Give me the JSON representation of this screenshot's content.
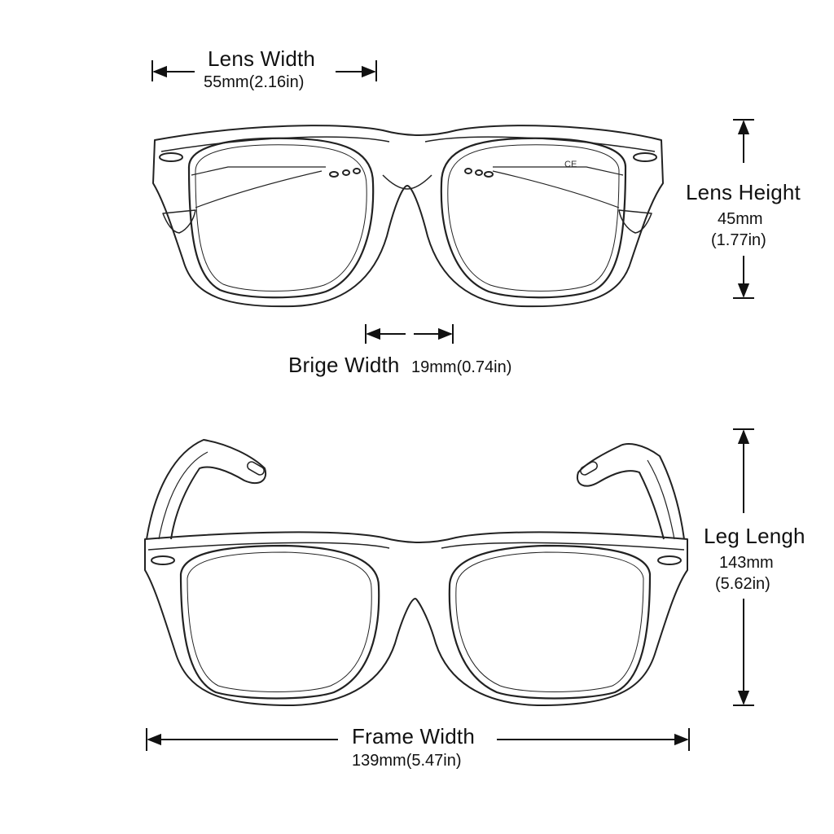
{
  "lens_width": {
    "label": "Lens Width",
    "value": "55mm(2.16in)"
  },
  "lens_height": {
    "label": "Lens Height",
    "value_mm": "45mm",
    "value_in": "(1.77in)"
  },
  "bridge_width": {
    "label": "Brige Width",
    "value": "19mm(0.74in)"
  },
  "leg_length": {
    "label": "Leg Lengh",
    "value_mm": "143mm",
    "value_in": "(5.62in)"
  },
  "frame_width": {
    "label": "Frame Width",
    "value": "139mm(5.47in)"
  },
  "frame_marking": "CE",
  "colors": {
    "line": "#222222",
    "background": "#ffffff"
  }
}
